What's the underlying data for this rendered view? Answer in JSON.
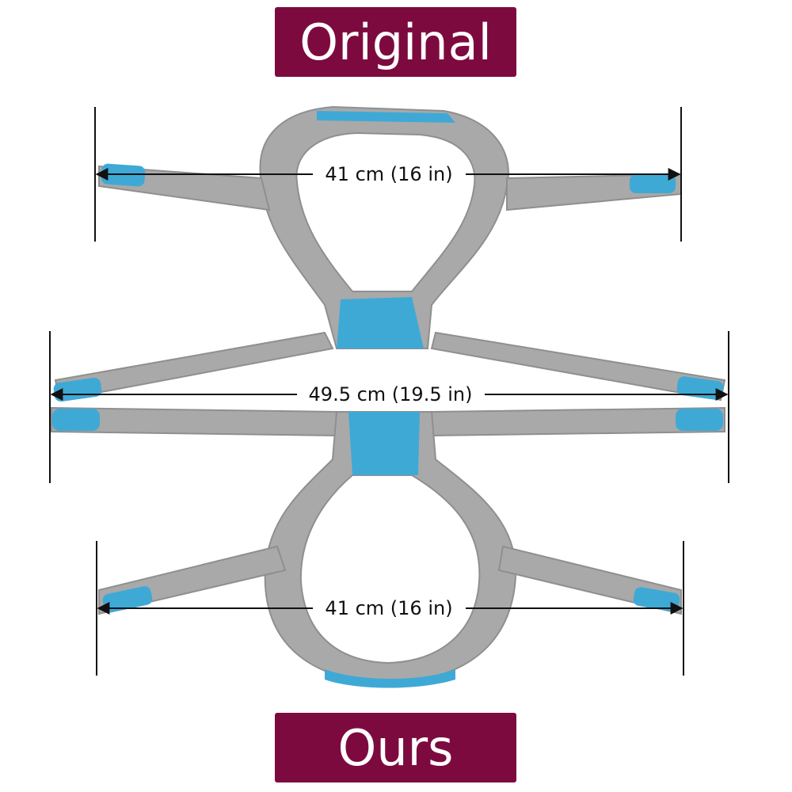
{
  "labels": {
    "top": "Original",
    "bottom": "Ours"
  },
  "dimensions": {
    "top": "41 cm (16 in)",
    "middle": "49.5 cm (19.5 in)",
    "bottom": "41 cm (16 in)"
  },
  "colors": {
    "label_bg": "#7d0a3f",
    "strap_gray": "#a9a9a9",
    "strap_edge": "#8f8f8f",
    "velcro_blue": "#3fa9d6",
    "line": "#111111"
  }
}
